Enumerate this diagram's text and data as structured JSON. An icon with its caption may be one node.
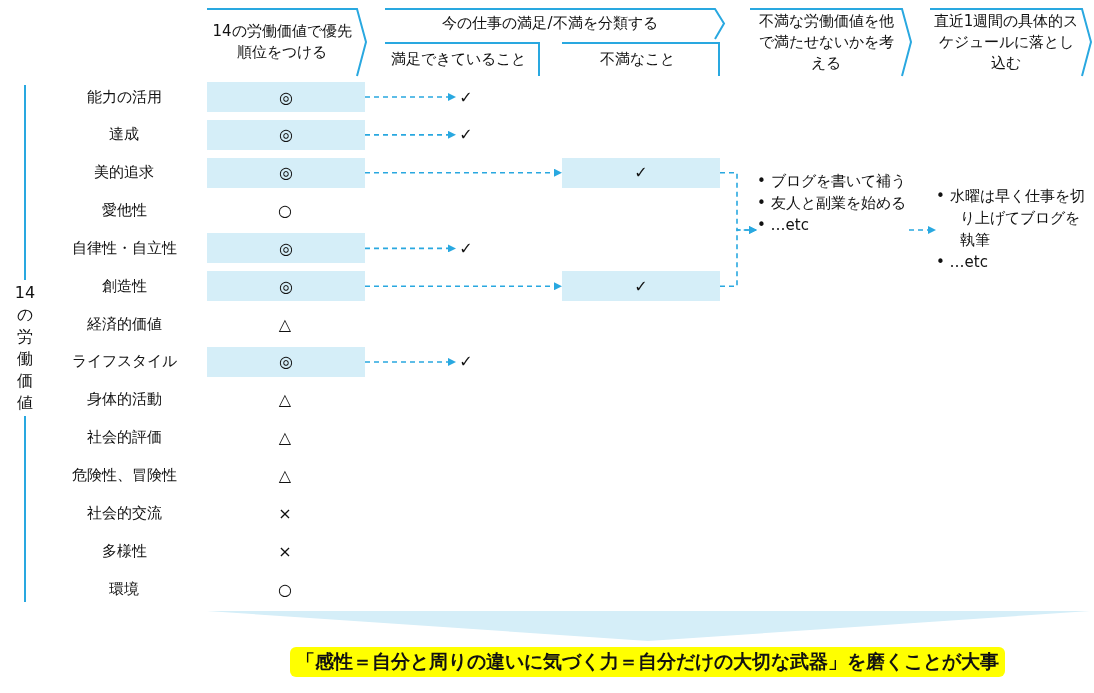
{
  "diagram": {
    "nodes": [
      {
        "text": [
          "14の労働価値で優先順位をつける"
        ]
      },
      {
        "text": [
          "今の仕事の満足/不満を分類する"
        ]
      },
      {
        "text": [
          "満足できていること"
        ]
      },
      {
        "text": [
          "不満なこと"
        ]
      },
      {
        "text": [
          "不満な労働価値を他で満たせないかを考える"
        ]
      },
      {
        "text": [
          "直近1週間の具体的スケジュールに落とし込む"
        ]
      },
      {
        "text": [
          "◎"
        ]
      },
      {
        "text": [
          "✓"
        ]
      },
      {
        "text": [
          "◎"
        ]
      },
      {
        "text": [
          "✓"
        ]
      },
      {
        "text": [
          "◎"
        ]
      },
      {
        "text": [
          "✓"
        ]
      },
      {
        "text": [
          "◎"
        ]
      },
      {
        "text": [
          "✓"
        ]
      },
      {
        "text": [
          "◎"
        ]
      },
      {
        "text": [
          "✓"
        ]
      },
      {
        "text": [
          "◎"
        ]
      },
      {
        "text": [
          "✓"
        ]
      },
      {
        "text": [
          "• ブログを書いて補う",
          "• 友人と副業を始める",
          "• …etc"
        ]
      },
      {
        "text": [
          "• 水曜は早く仕事を切り上げてブログを執筆",
          "• …etc"
        ]
      }
    ],
    "edges": [
      {
        "from": 6,
        "to": 7,
        "arrow": "to",
        "style": "dashed"
      },
      {
        "from": 8,
        "to": 9,
        "arrow": "to",
        "style": "dashed"
      },
      {
        "from": 10,
        "to": 11,
        "arrow": "to",
        "style": "dashed"
      },
      {
        "from": 12,
        "to": 13,
        "arrow": "to",
        "style": "dashed"
      },
      {
        "from": 14,
        "to": 15,
        "arrow": "to",
        "style": "dashed"
      },
      {
        "from": 16,
        "to": 17,
        "arrow": "to",
        "style": "dashed"
      },
      {
        "from": 11,
        "to": 18,
        "arrow": "to",
        "style": "dashed"
      },
      {
        "from": 15,
        "to": 18,
        "arrow": "to",
        "style": "dashed"
      },
      {
        "from": 18,
        "to": 19,
        "arrow": "to",
        "style": "dashed"
      }
    ],
    "labels": [
      "14の労働価値",
      "能力の活用",
      "達成",
      "美的追求",
      "愛他性",
      "○",
      "自律性・自立性",
      "創造性",
      "経済的価値",
      "△",
      "ライフスタイル",
      "身体的活動",
      "△",
      "社会的評価",
      "△",
      "危険性、冒険性",
      "△",
      "社会的交流",
      "×",
      "多様性",
      "×",
      "環境",
      "○"
    ],
    "caption": "「感性＝自分と周りの違いに気づく力＝自分だけの大切な武器」を磨くことが大事"
  }
}
